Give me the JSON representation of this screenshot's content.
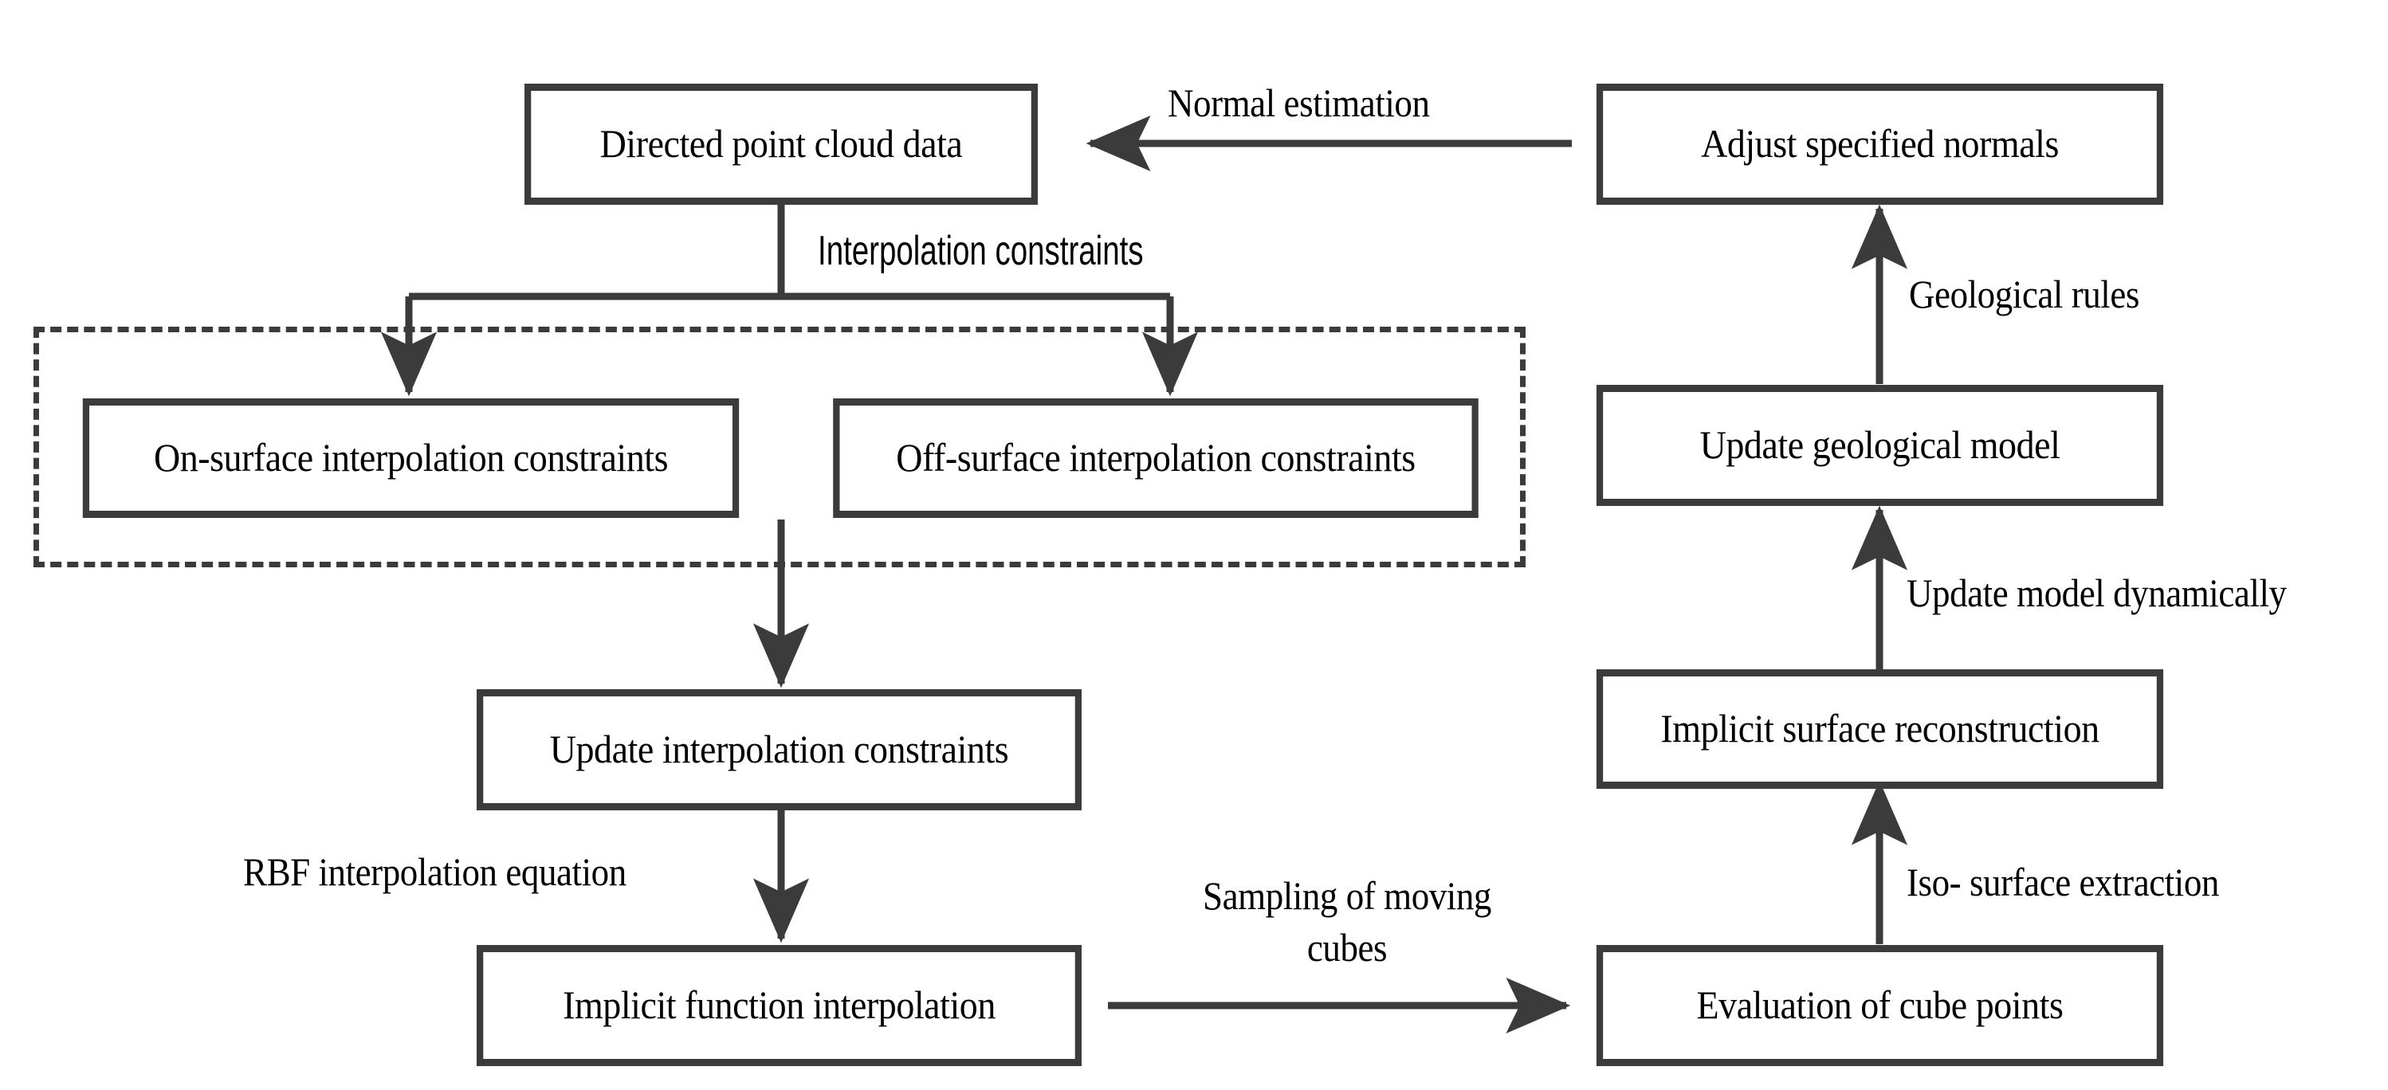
{
  "diagram": {
    "title": "Implicit surface reconstruction workflow flowchart",
    "colors": {
      "stroke": "#3b3b3b",
      "text": "#000000",
      "background": "#ffffff"
    },
    "nodes": [
      {
        "id": "directed-point-cloud-data",
        "label": "Directed point cloud data"
      },
      {
        "id": "adjust-specified-normals",
        "label": "Adjust specified normals"
      },
      {
        "id": "on-surface-interpolation-constraints",
        "label": "On-surface interpolation constraints"
      },
      {
        "id": "off-surface-interpolation-constraints",
        "label": "Off-surface interpolation constraints"
      },
      {
        "id": "update-geological-model",
        "label": "Update geological model"
      },
      {
        "id": "update-interpolation-constraints",
        "label": "Update interpolation constraints"
      },
      {
        "id": "implicit-surface-reconstruction",
        "label": "Implicit surface reconstruction"
      },
      {
        "id": "implicit-function-interpolation",
        "label": "Implicit function interpolation"
      },
      {
        "id": "evaluation-of-cube-points",
        "label": "Evaluation of cube points"
      }
    ],
    "edge_labels": [
      {
        "id": "normal-estimation",
        "label": "Normal estimation"
      },
      {
        "id": "interpolation-constraints",
        "label": "Interpolation constraints"
      },
      {
        "id": "geological-rules",
        "label": "Geological rules"
      },
      {
        "id": "update-model-dynamically",
        "label": "Update model dynamically"
      },
      {
        "id": "rbf-interpolation-equation",
        "label": "RBF interpolation equation"
      },
      {
        "id": "sampling-of-moving-cubes-line1",
        "label": "Sampling of moving"
      },
      {
        "id": "sampling-of-moving-cubes-line2",
        "label": "cubes"
      },
      {
        "id": "iso-surface-extraction",
        "label": "Iso- surface extraction"
      }
    ]
  }
}
